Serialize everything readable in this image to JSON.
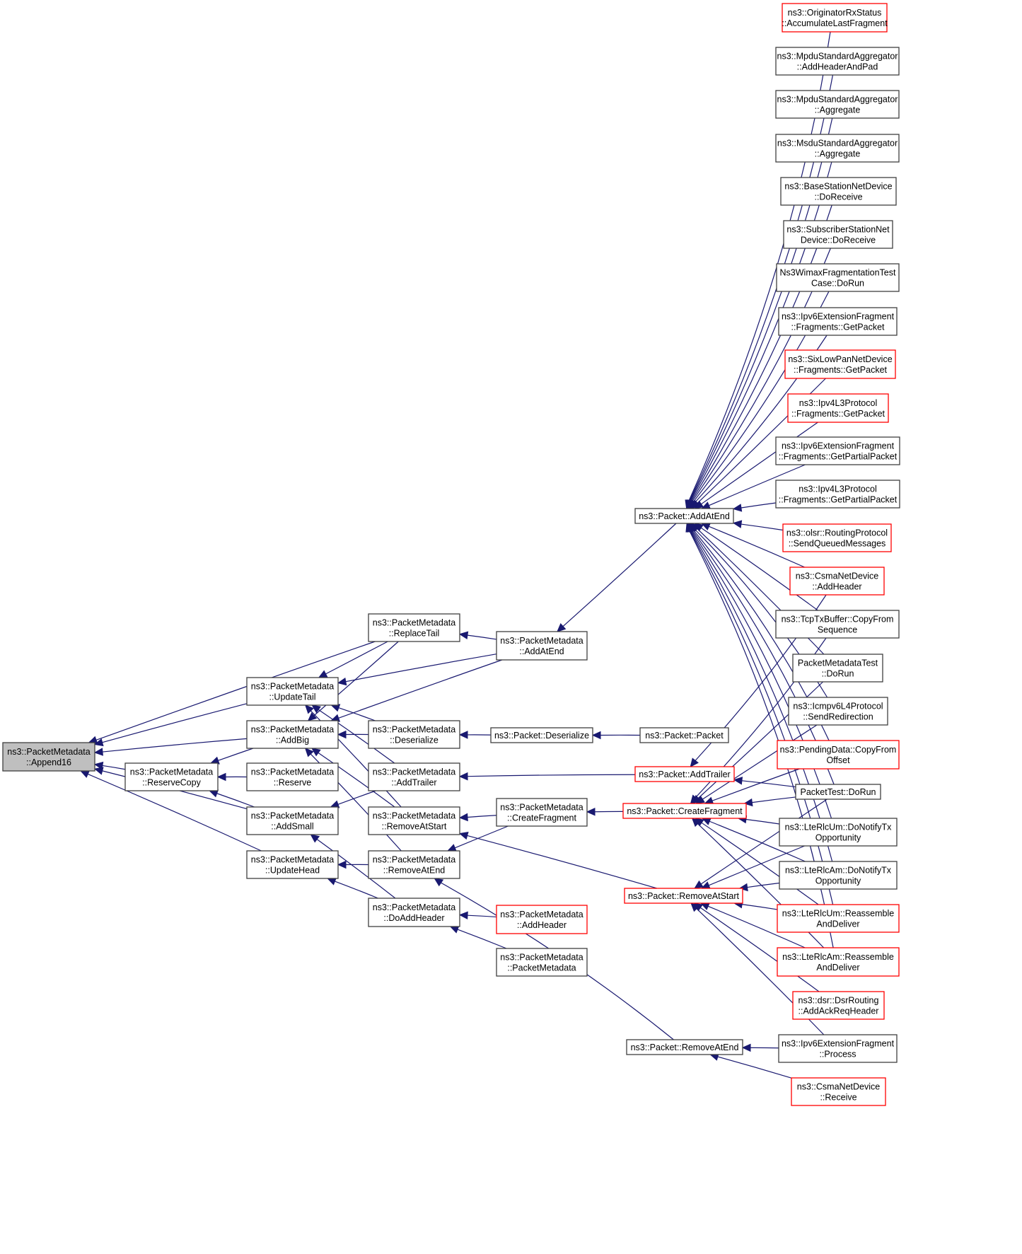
{
  "title": "ns3::PacketMetadata::Append16 caller graph",
  "colors": {
    "edge": "#191970",
    "node_border_documented": "#404040",
    "node_border_undocumented": "#ff0000",
    "focus_fill": "#bfbfbf",
    "node_fill": "#ffffff"
  },
  "nodes": [
    {
      "id": "append16",
      "lines": [
        "ns3::PacketMetadata",
        "::Append16"
      ],
      "style": "focus"
    },
    {
      "id": "reservecopy",
      "lines": [
        "ns3::PacketMetadata",
        "::ReserveCopy"
      ],
      "style": "normal"
    },
    {
      "id": "updatetail",
      "lines": [
        "ns3::PacketMetadata",
        "::UpdateTail"
      ],
      "style": "normal"
    },
    {
      "id": "addbig",
      "lines": [
        "ns3::PacketMetadata",
        "::AddBig"
      ],
      "style": "normal"
    },
    {
      "id": "reserve",
      "lines": [
        "ns3::PacketMetadata",
        "::Reserve"
      ],
      "style": "normal"
    },
    {
      "id": "addsmall",
      "lines": [
        "ns3::PacketMetadata",
        "::AddSmall"
      ],
      "style": "normal"
    },
    {
      "id": "updatehead",
      "lines": [
        "ns3::PacketMetadata",
        "::UpdateHead"
      ],
      "style": "normal"
    },
    {
      "id": "replacetail",
      "lines": [
        "ns3::PacketMetadata",
        "::ReplaceTail"
      ],
      "style": "normal"
    },
    {
      "id": "pm_deserialize",
      "lines": [
        "ns3::PacketMetadata",
        "::Deserialize"
      ],
      "style": "normal"
    },
    {
      "id": "pm_addtrailer",
      "lines": [
        "ns3::PacketMetadata",
        "::AddTrailer"
      ],
      "style": "normal"
    },
    {
      "id": "pm_removeatstart",
      "lines": [
        "ns3::PacketMetadata",
        "::RemoveAtStart"
      ],
      "style": "normal"
    },
    {
      "id": "pm_removeatend",
      "lines": [
        "ns3::PacketMetadata",
        "::RemoveAtEnd"
      ],
      "style": "normal"
    },
    {
      "id": "doaddheader",
      "lines": [
        "ns3::PacketMetadata",
        "::DoAddHeader"
      ],
      "style": "normal"
    },
    {
      "id": "pm_addatend",
      "lines": [
        "ns3::PacketMetadata",
        "::AddAtEnd"
      ],
      "style": "normal"
    },
    {
      "id": "pm_createfragment",
      "lines": [
        "ns3::PacketMetadata",
        "::CreateFragment"
      ],
      "style": "normal"
    },
    {
      "id": "pm_addheader",
      "lines": [
        "ns3::PacketMetadata",
        "::AddHeader"
      ],
      "style": "red"
    },
    {
      "id": "pm_ctor",
      "lines": [
        "ns3::PacketMetadata",
        "::PacketMetadata"
      ],
      "style": "normal"
    },
    {
      "id": "p_deserialize",
      "lines": [
        "ns3::Packet::Deserialize"
      ],
      "style": "normal"
    },
    {
      "id": "p_addatend",
      "lines": [
        "ns3::Packet::AddAtEnd"
      ],
      "style": "normal"
    },
    {
      "id": "p_packet",
      "lines": [
        "ns3::Packet::Packet"
      ],
      "style": "normal"
    },
    {
      "id": "p_addtrailer",
      "lines": [
        "ns3::Packet::AddTrailer"
      ],
      "style": "red"
    },
    {
      "id": "p_createfragment",
      "lines": [
        "ns3::Packet::CreateFragment"
      ],
      "style": "red"
    },
    {
      "id": "p_removeatstart",
      "lines": [
        "ns3::Packet::RemoveAtStart"
      ],
      "style": "red"
    },
    {
      "id": "p_removeatend",
      "lines": [
        "ns3::Packet::RemoveAtEnd"
      ],
      "style": "normal"
    },
    {
      "id": "r_originator",
      "lines": [
        "ns3::OriginatorRxStatus",
        "::AccumulateLastFragment"
      ],
      "style": "red"
    },
    {
      "id": "r_mpdu_addhdr",
      "lines": [
        "ns3::MpduStandardAggregator",
        "::AddHeaderAndPad"
      ],
      "style": "normal"
    },
    {
      "id": "r_mpdu_aggr",
      "lines": [
        "ns3::MpduStandardAggregator",
        "::Aggregate"
      ],
      "style": "normal"
    },
    {
      "id": "r_msdu_aggr",
      "lines": [
        "ns3::MsduStandardAggregator",
        "::Aggregate"
      ],
      "style": "normal"
    },
    {
      "id": "r_bsnd",
      "lines": [
        "ns3::BaseStationNetDevice",
        "::DoReceive"
      ],
      "style": "normal"
    },
    {
      "id": "r_ssnd",
      "lines": [
        "ns3::SubscriberStationNet",
        "Device::DoReceive"
      ],
      "style": "normal"
    },
    {
      "id": "r_wimaxtest",
      "lines": [
        "Ns3WimaxFragmentationTest",
        "Case::DoRun"
      ],
      "style": "normal"
    },
    {
      "id": "r_ipv6frag_get",
      "lines": [
        "ns3::Ipv6ExtensionFragment",
        "::Fragments::GetPacket"
      ],
      "style": "normal"
    },
    {
      "id": "r_sixlowpan",
      "lines": [
        "ns3::SixLowPanNetDevice",
        "::Fragments::GetPacket"
      ],
      "style": "red"
    },
    {
      "id": "r_ipv4_get",
      "lines": [
        "ns3::Ipv4L3Protocol",
        "::Fragments::GetPacket"
      ],
      "style": "red"
    },
    {
      "id": "r_ipv6frag_partial",
      "lines": [
        "ns3::Ipv6ExtensionFragment",
        "::Fragments::GetPartialPacket"
      ],
      "style": "normal"
    },
    {
      "id": "r_ipv4_partial",
      "lines": [
        "ns3::Ipv4L3Protocol",
        "::Fragments::GetPartialPacket"
      ],
      "style": "normal"
    },
    {
      "id": "r_olsr",
      "lines": [
        "ns3::olsr::RoutingProtocol",
        "::SendQueuedMessages"
      ],
      "style": "red"
    },
    {
      "id": "r_csma_addhdr",
      "lines": [
        "ns3::CsmaNetDevice",
        "::AddHeader"
      ],
      "style": "red"
    },
    {
      "id": "r_tcptx",
      "lines": [
        "ns3::TcpTxBuffer::CopyFrom",
        "Sequence"
      ],
      "style": "normal"
    },
    {
      "id": "r_pmtest",
      "lines": [
        "PacketMetadataTest",
        "::DoRun"
      ],
      "style": "normal"
    },
    {
      "id": "r_icmpv6",
      "lines": [
        "ns3::Icmpv6L4Protocol",
        "::SendRedirection"
      ],
      "style": "normal"
    },
    {
      "id": "r_pending",
      "lines": [
        "ns3::PendingData::CopyFrom",
        "Offset"
      ],
      "style": "red"
    },
    {
      "id": "r_packettest",
      "lines": [
        "PacketTest::DoRun"
      ],
      "style": "normal"
    },
    {
      "id": "r_lteum_notify",
      "lines": [
        "ns3::LteRlcUm::DoNotifyTx",
        "Opportunity"
      ],
      "style": "normal"
    },
    {
      "id": "r_lteam_notify",
      "lines": [
        "ns3::LteRlcAm::DoNotifyTx",
        "Opportunity"
      ],
      "style": "normal"
    },
    {
      "id": "r_lteum_reasm",
      "lines": [
        "ns3::LteRlcUm::Reassemble",
        "AndDeliver"
      ],
      "style": "red"
    },
    {
      "id": "r_lteam_reasm",
      "lines": [
        "ns3::LteRlcAm::Reassemble",
        "AndDeliver"
      ],
      "style": "red"
    },
    {
      "id": "r_dsr",
      "lines": [
        "ns3::dsr::DsrRouting",
        "::AddAckReqHeader"
      ],
      "style": "red"
    },
    {
      "id": "r_ipv6frag_process",
      "lines": [
        "ns3::Ipv6ExtensionFragment",
        "::Process"
      ],
      "style": "normal"
    },
    {
      "id": "r_csma_receive",
      "lines": [
        "ns3::CsmaNetDevice",
        "::Receive"
      ],
      "style": "red"
    }
  ],
  "edges": [
    [
      "replacetail",
      "append16"
    ],
    [
      "updatetail",
      "append16"
    ],
    [
      "addbig",
      "append16"
    ],
    [
      "reservecopy",
      "append16"
    ],
    [
      "addsmall",
      "append16"
    ],
    [
      "updatehead",
      "append16"
    ],
    [
      "addbig",
      "reservecopy"
    ],
    [
      "reserve",
      "reservecopy"
    ],
    [
      "addsmall",
      "reservecopy"
    ],
    [
      "replacetail",
      "updatetail"
    ],
    [
      "pm_addatend",
      "updatetail"
    ],
    [
      "pm_deserialize",
      "updatetail"
    ],
    [
      "pm_addtrailer",
      "updatetail"
    ],
    [
      "pm_removeatstart",
      "updatetail"
    ],
    [
      "replacetail",
      "addbig"
    ],
    [
      "pm_addatend",
      "addbig"
    ],
    [
      "pm_deserialize",
      "addbig"
    ],
    [
      "pm_removeatstart",
      "addbig"
    ],
    [
      "pm_removeatend",
      "addbig"
    ],
    [
      "pm_addtrailer",
      "addsmall"
    ],
    [
      "doaddheader",
      "addsmall"
    ],
    [
      "pm_removeatend",
      "updatehead"
    ],
    [
      "doaddheader",
      "updatehead"
    ],
    [
      "pm_addatend",
      "replacetail"
    ],
    [
      "p_deserialize",
      "pm_deserialize"
    ],
    [
      "p_addtrailer",
      "pm_addtrailer"
    ],
    [
      "pm_createfragment",
      "pm_removeatstart"
    ],
    [
      "p_removeatstart",
      "pm_removeatstart"
    ],
    [
      "pm_createfragment",
      "pm_removeatend"
    ],
    [
      "p_removeatend",
      "pm_removeatend"
    ],
    [
      "pm_addheader",
      "doaddheader"
    ],
    [
      "pm_ctor",
      "doaddheader"
    ],
    [
      "p_addatend",
      "pm_addatend"
    ],
    [
      "p_createfragment",
      "pm_createfragment"
    ],
    [
      "p_packet",
      "p_deserialize"
    ],
    [
      "r_originator",
      "p_addatend"
    ],
    [
      "r_mpdu_addhdr",
      "p_addatend"
    ],
    [
      "r_mpdu_aggr",
      "p_addatend"
    ],
    [
      "r_msdu_aggr",
      "p_addatend"
    ],
    [
      "r_bsnd",
      "p_addatend"
    ],
    [
      "r_ssnd",
      "p_addatend"
    ],
    [
      "r_wimaxtest",
      "p_addatend"
    ],
    [
      "r_ipv6frag_get",
      "p_addatend"
    ],
    [
      "r_sixlowpan",
      "p_addatend"
    ],
    [
      "r_ipv4_get",
      "p_addatend"
    ],
    [
      "r_ipv6frag_partial",
      "p_addatend"
    ],
    [
      "r_ipv4_partial",
      "p_addatend"
    ],
    [
      "r_olsr",
      "p_addatend"
    ],
    [
      "r_csma_addhdr",
      "p_addatend"
    ],
    [
      "r_tcptx",
      "p_addatend"
    ],
    [
      "r_pmtest",
      "p_addatend"
    ],
    [
      "r_icmpv6",
      "p_addatend"
    ],
    [
      "r_pending",
      "p_addatend"
    ],
    [
      "r_packettest",
      "p_addatend"
    ],
    [
      "r_lteum_notify",
      "p_addatend"
    ],
    [
      "r_lteam_notify",
      "p_addatend"
    ],
    [
      "r_lteum_reasm",
      "p_addatend"
    ],
    [
      "r_lteam_reasm",
      "p_addatend"
    ],
    [
      "r_csma_addhdr",
      "p_addtrailer"
    ],
    [
      "r_packettest",
      "p_addtrailer"
    ],
    [
      "r_tcptx",
      "p_createfragment"
    ],
    [
      "r_pmtest",
      "p_createfragment"
    ],
    [
      "r_icmpv6",
      "p_createfragment"
    ],
    [
      "r_pending",
      "p_createfragment"
    ],
    [
      "r_packettest",
      "p_createfragment"
    ],
    [
      "r_lteum_notify",
      "p_createfragment"
    ],
    [
      "r_lteam_notify",
      "p_createfragment"
    ],
    [
      "r_lteum_reasm",
      "p_createfragment"
    ],
    [
      "r_lteam_reasm",
      "p_createfragment"
    ],
    [
      "r_packettest",
      "p_removeatstart"
    ],
    [
      "r_lteum_notify",
      "p_removeatstart"
    ],
    [
      "r_lteam_notify",
      "p_removeatstart"
    ],
    [
      "r_lteum_reasm",
      "p_removeatstart"
    ],
    [
      "r_lteam_reasm",
      "p_removeatstart"
    ],
    [
      "r_dsr",
      "p_removeatstart"
    ],
    [
      "r_ipv6frag_process",
      "p_removeatstart"
    ],
    [
      "r_ipv6frag_process",
      "p_removeatend"
    ],
    [
      "r_csma_receive",
      "p_removeatend"
    ]
  ]
}
